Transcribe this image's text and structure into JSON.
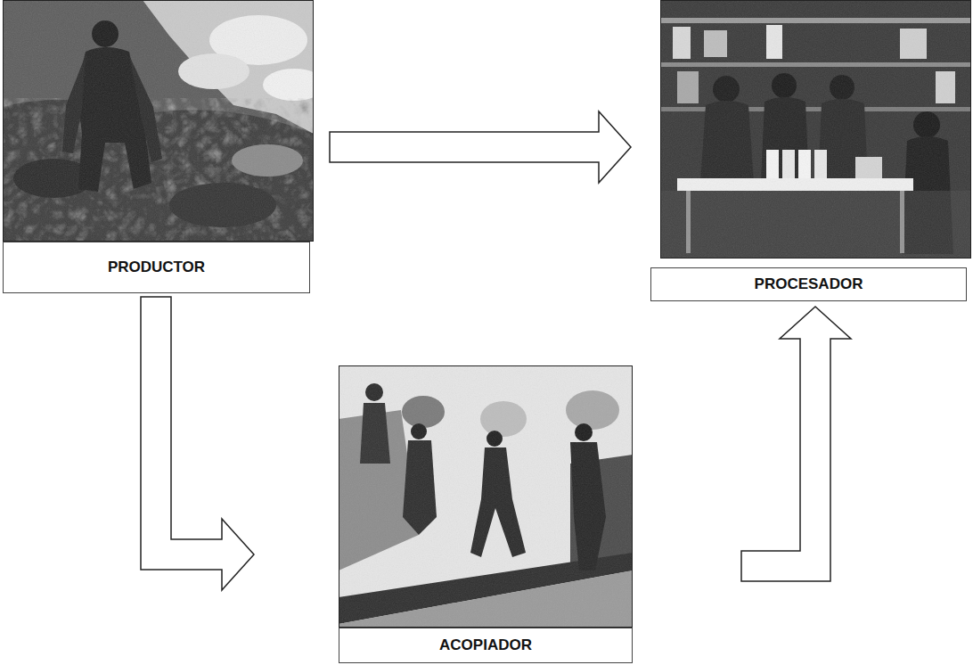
{
  "diagram": {
    "nodes": [
      {
        "text": [
          "PRODUCTOR"
        ]
      },
      {
        "text": [
          "PROCESADOR"
        ]
      },
      {
        "text": [
          "ACOPIADOR"
        ]
      }
    ],
    "edges": [
      {
        "from": 0,
        "to": 1,
        "arrow": "to"
      },
      {
        "from": 0,
        "to": 2,
        "arrow": "to"
      },
      {
        "from": 2,
        "to": 1,
        "arrow": "to"
      }
    ]
  }
}
